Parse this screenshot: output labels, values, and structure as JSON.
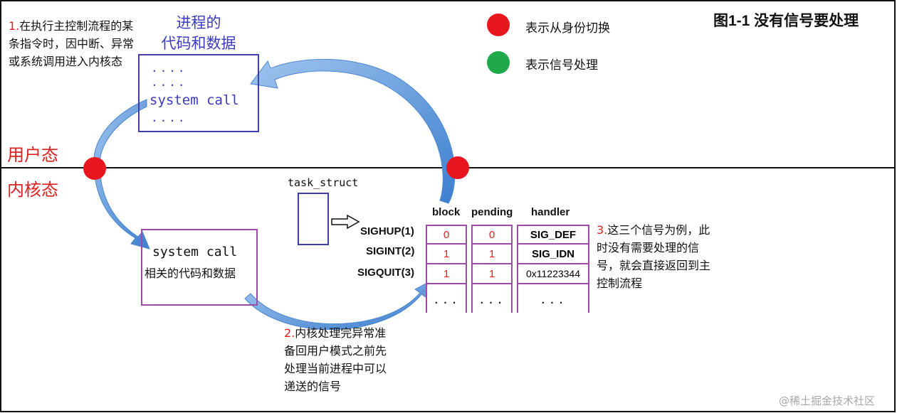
{
  "title": "图1-1  没有信号要处理",
  "legend": {
    "red_label": "表示从身份切换",
    "green_label": "表示信号处理",
    "red_color": "#e8161e",
    "green_color": "#20a94a"
  },
  "modes": {
    "user": "用户态",
    "kernel": "内核态"
  },
  "note1": {
    "num": "1.",
    "text": "在执行主控制流程的某条指令时，因中断、异常或系统调用进入内核态"
  },
  "user_code": {
    "title": "进程的\n代码和数据",
    "dots1": "....",
    "dots2": "....",
    "syscall": "system call",
    "dots3": "...."
  },
  "kernel_code": {
    "line1": "system call",
    "line2": "相关的代码和数据"
  },
  "task_struct_label": "task_struct",
  "signal_table": {
    "headers": [
      "block",
      "pending",
      "handler"
    ],
    "rows": [
      {
        "name": "SIGHUP(1)",
        "block": "0",
        "pending": "0",
        "handler": "SIG_DEF"
      },
      {
        "name": "SIGINT(2)",
        "block": "1",
        "pending": "1",
        "handler": "SIG_IDN"
      },
      {
        "name": "SIGQUIT(3)",
        "block": "1",
        "pending": "1",
        "handler": "0x11223344"
      }
    ],
    "ellipsis": "...",
    "ellipsis_handler": "..."
  },
  "note2": {
    "num": "2.",
    "text": "内核处理完异常准备回用户模式之前先处理当前进程中可以递送的信号"
  },
  "note3": {
    "num": "3.",
    "text": "这三个信号为例，此时没有需要处理的信号，就会直接返回到主控制流程"
  },
  "watermark": "@稀土掘金技术社区"
}
